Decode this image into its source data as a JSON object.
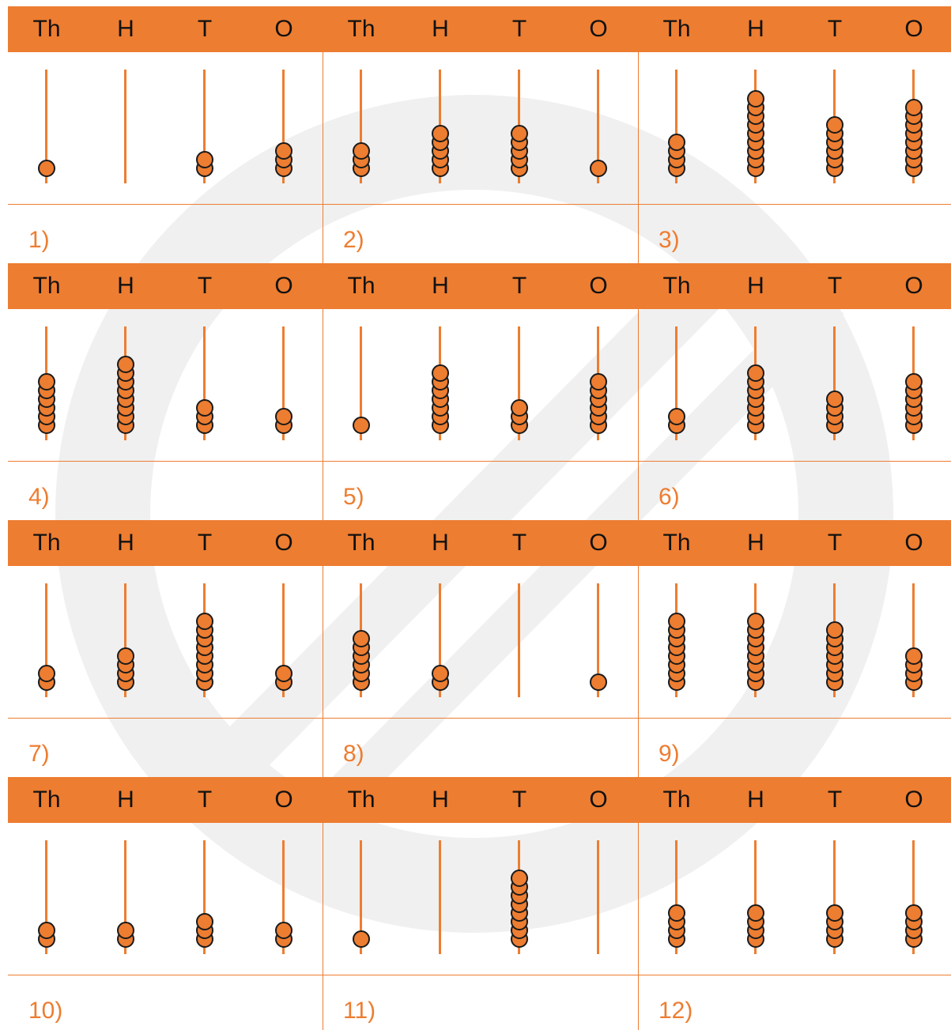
{
  "colors": {
    "accent": "#ED7D31",
    "bead_outline": "#1a1a1a",
    "watermark": "#eeeeee"
  },
  "column_headers": [
    "Th",
    "H",
    "T",
    "O"
  ],
  "abacuses": [
    {
      "label": "1)",
      "beads": [
        1,
        0,
        2,
        3
      ]
    },
    {
      "label": "2)",
      "beads": [
        3,
        5,
        5,
        1
      ]
    },
    {
      "label": "3)",
      "beads": [
        4,
        9,
        6,
        8
      ]
    },
    {
      "label": "4)",
      "beads": [
        6,
        8,
        3,
        2
      ]
    },
    {
      "label": "5)",
      "beads": [
        1,
        7,
        3,
        6
      ]
    },
    {
      "label": "6)",
      "beads": [
        2,
        7,
        4,
        6
      ]
    },
    {
      "label": "7)",
      "beads": [
        2,
        4,
        8,
        2
      ]
    },
    {
      "label": "8)",
      "beads": [
        6,
        2,
        0,
        1
      ]
    },
    {
      "label": "9)",
      "beads": [
        8,
        8,
        7,
        4
      ]
    },
    {
      "label": "10)",
      "beads": [
        2,
        2,
        3,
        2
      ]
    },
    {
      "label": "11)",
      "beads": [
        1,
        0,
        8,
        0
      ]
    },
    {
      "label": "12)",
      "beads": [
        4,
        4,
        4,
        4
      ]
    }
  ]
}
